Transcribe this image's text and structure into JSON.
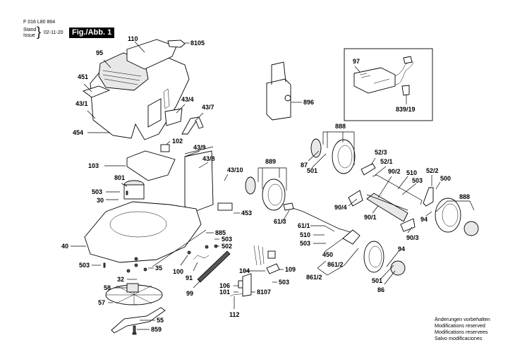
{
  "header": {
    "document_code": "F 016 L80 864",
    "stand_label": "Stand",
    "issue_label": "Issue",
    "brace": "}",
    "date": "02-11-20",
    "figure_label": "Fig./Abb. 1"
  },
  "footer": {
    "notes": [
      "Änderungen vorbehalten",
      "Modifications reserved",
      "Modifications reservees",
      "Salvo modificaciones"
    ]
  },
  "parts": {
    "p110": "110",
    "p8105": "8105",
    "p95": "95",
    "p451": "451",
    "p43_1": "43/1",
    "p454": "454",
    "p43_4": "43/4",
    "p43_7": "43/7",
    "p102": "102",
    "p896": "896",
    "p97": "97",
    "p839_19": "839/19",
    "p103": "103",
    "p43_9": "43/9",
    "p43_8": "43/8",
    "p43_10": "43/10",
    "p801": "801",
    "p503_a": "503",
    "p30": "30",
    "p453": "453",
    "p889": "889",
    "p888_top": "888",
    "p87": "87",
    "p501_top": "501",
    "p52_3": "52/3",
    "p52_1": "52/1",
    "p90_2": "90/2",
    "p510_top": "510",
    "p503_top": "503",
    "p52_2": "52/2",
    "p500": "500",
    "p888_right": "888",
    "p90_4": "90/4",
    "p90_1": "90/1",
    "p94_top": "94",
    "p90_3": "90/3",
    "p61_3": "61/3",
    "p61_1": "61/1",
    "p510_mid": "510",
    "p503_mid": "503",
    "p450": "450",
    "p861_2a": "861/2",
    "p861_2b": "861/2",
    "p94_bot": "94",
    "p501_bot": "501",
    "p86": "86",
    "p40": "40",
    "p885": "885",
    "p503_b": "503",
    "p502": "502",
    "p503_c": "503",
    "p35": "35",
    "p100": "100",
    "p91": "91",
    "p32": "32",
    "p99": "99",
    "p104": "104",
    "p109": "109",
    "p503_d": "503",
    "p106": "106",
    "p101": "101",
    "p8107": "8107",
    "p58": "58",
    "p57": "57",
    "p112": "112",
    "p55": "55",
    "p859": "859"
  }
}
